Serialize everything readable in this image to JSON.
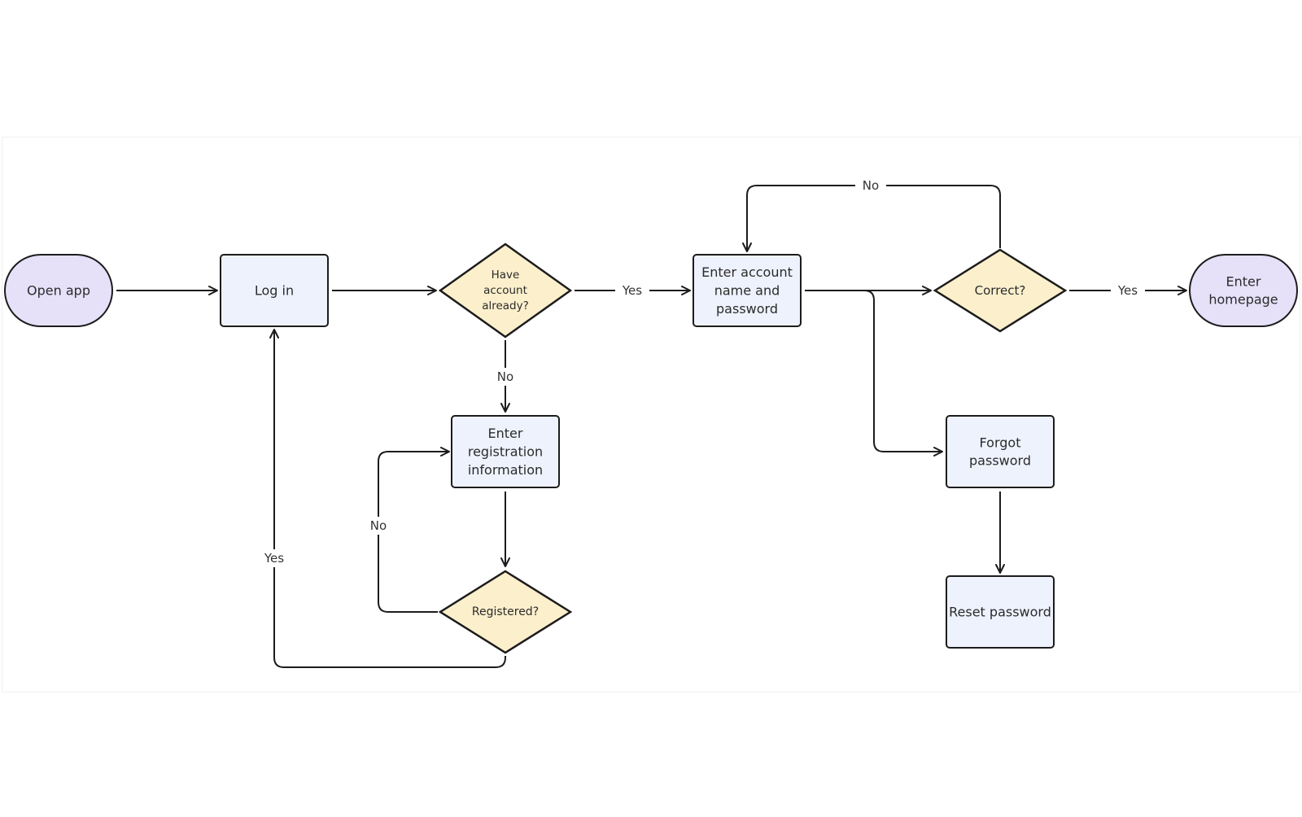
{
  "colors": {
    "terminal_fill": "#e6e1f9",
    "process_fill": "#eef2fd",
    "decision_fill": "#fbefcc",
    "stroke": "#1c1c1c",
    "edge_label_bg": "#ffffff"
  },
  "nodes": {
    "open_app": {
      "lines": [
        "Open app"
      ],
      "shape": "terminal"
    },
    "log_in": {
      "lines": [
        "Log in"
      ],
      "shape": "process"
    },
    "have_account": {
      "lines": [
        "Have",
        "account",
        "already?"
      ],
      "shape": "decision"
    },
    "enter_account": {
      "lines": [
        "Enter account",
        "name and",
        "password"
      ],
      "shape": "process"
    },
    "correct": {
      "lines": [
        "Correct?"
      ],
      "shape": "decision"
    },
    "enter_homepage": {
      "lines": [
        "Enter",
        "homepage"
      ],
      "shape": "terminal"
    },
    "enter_registration": {
      "lines": [
        "Enter",
        "registration",
        "information"
      ],
      "shape": "process"
    },
    "registered": {
      "lines": [
        "Registered?"
      ],
      "shape": "decision"
    },
    "forgot_password": {
      "lines": [
        "Forgot",
        "password"
      ],
      "shape": "process"
    },
    "reset_password": {
      "lines": [
        "Reset password"
      ],
      "shape": "process"
    }
  },
  "edge_labels": {
    "have_account_yes": "Yes",
    "have_account_no": "No",
    "correct_yes": "Yes",
    "correct_no": "No",
    "registered_yes": "Yes",
    "registered_no": "No"
  }
}
